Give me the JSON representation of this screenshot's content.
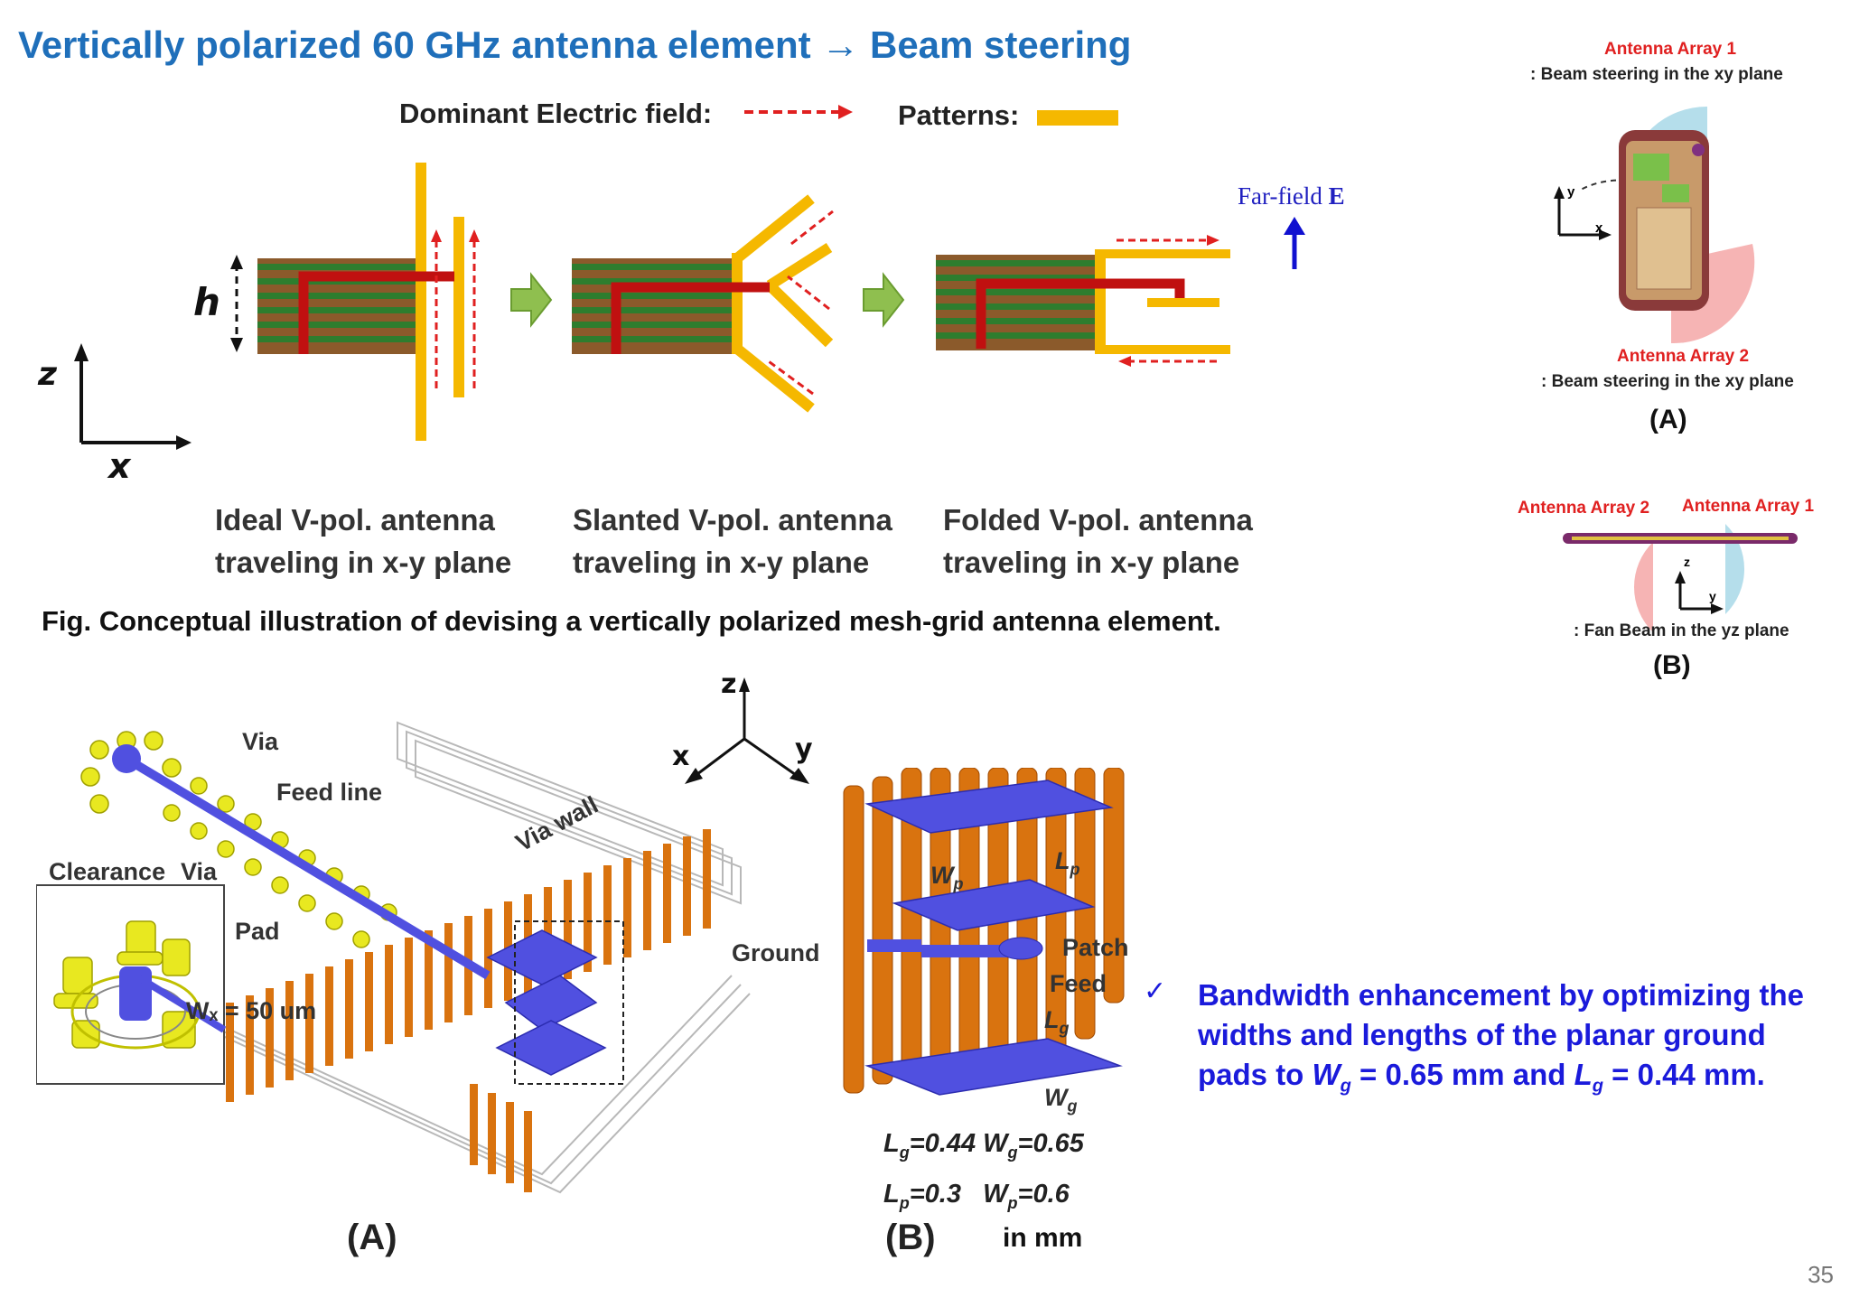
{
  "title": "Vertically polarized 60 GHz antenna element → Beam steering",
  "legend": {
    "efield_label": "Dominant Electric field:",
    "patterns_label": "Patterns:"
  },
  "farfield": {
    "label": "Far-field ",
    "bold": "E"
  },
  "axes_top": {
    "h": "h",
    "z": "z",
    "x": "x"
  },
  "captions": [
    {
      "line1": "Ideal V-pol. antenna",
      "line2": "traveling in x-y plane"
    },
    {
      "line1": "Slanted V-pol. antenna",
      "line2": "traveling in x-y plane"
    },
    {
      "line1": "Folded V-pol. antenna",
      "line2": "traveling in x-y plane"
    }
  ],
  "fig_caption": "Fig. Conceptual illustration of devising a vertically polarized mesh-grid antenna element.",
  "right_panel": {
    "array1": "Antenna Array 1",
    "array1_desc": ": Beam steering in the xy plane",
    "array2": "Antenna Array 2",
    "array2_desc": ": Beam steering in the xy plane",
    "label_a": "(A)",
    "b_array2": "Antenna Array 2",
    "b_array1": "Antenna Array 1",
    "b_desc": ": Fan Beam in the yz plane",
    "label_b": "(B)",
    "axis_y": "y",
    "axis_x": "x",
    "axis_z": "z",
    "axis_y2": "y"
  },
  "bottom_left": {
    "via": "Via",
    "feed_line": "Feed line",
    "clearance": "Clearance",
    "via2": "Via",
    "pad": "Pad",
    "wf": "Wₓ = 50 um",
    "via_wall": "Via wall",
    "label": "(A)"
  },
  "axes_3d": {
    "z": "z",
    "x": "x",
    "y": "y"
  },
  "bottom_middle": {
    "ground": "Ground",
    "wp": "W",
    "wp_sub": "p",
    "lp": "L",
    "lp_sub": "p",
    "patch": "Patch",
    "feed": "Feed",
    "lg": "L",
    "lg_sub": "g",
    "wg": "W",
    "wg_sub": "g",
    "label": "(B)",
    "dims": {
      "row1_a": "L",
      "row1_a_sub": "g",
      "row1_a_val": "=0.44",
      "row1_b": "W",
      "row1_b_sub": "g",
      "row1_b_val": "=0.65",
      "row2_a": "L",
      "row2_a_sub": "p",
      "row2_a_val": "=0.3",
      "row2_b": "W",
      "row2_b_sub": "p",
      "row2_b_val": "=0.6"
    },
    "unit": "in mm"
  },
  "note": {
    "check": "✓",
    "text1": "Bandwidth enhancement by optimizing the widths and lengths of the planar ground pads to ",
    "wg": "W",
    "wg_sub": "g",
    "wg_val": " = 0.65 mm and ",
    "lg": "L",
    "lg_sub": "g",
    "lg_val": " = 0.44 mm."
  },
  "page_number": "35",
  "colors": {
    "title_blue": "#1f6fba",
    "pattern_yellow": "#f5b800",
    "feed_red": "#c01010",
    "stack_green": "#2e7d2e",
    "stack_brown": "#8b5a2b",
    "arrow_green": "#8fbf4f",
    "note_blue": "#1a1adb",
    "via_orange": "#d9730f",
    "pad_blue": "#5050e0"
  }
}
